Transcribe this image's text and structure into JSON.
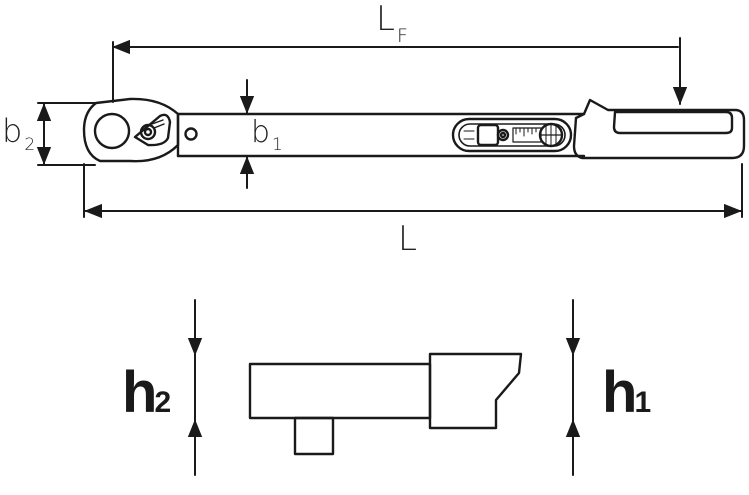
{
  "labels": {
    "lf_main": "L",
    "lf_sub": "F",
    "l_total": "L",
    "b1_main": "b",
    "b1_sub": "1",
    "b2_main": "b",
    "b2_sub": "2",
    "h1_main": "h",
    "h1_sub": "1",
    "h2_main": "h",
    "h2_sub": "2"
  },
  "colors": {
    "line": "#1a1a1a",
    "background": "#ffffff"
  }
}
